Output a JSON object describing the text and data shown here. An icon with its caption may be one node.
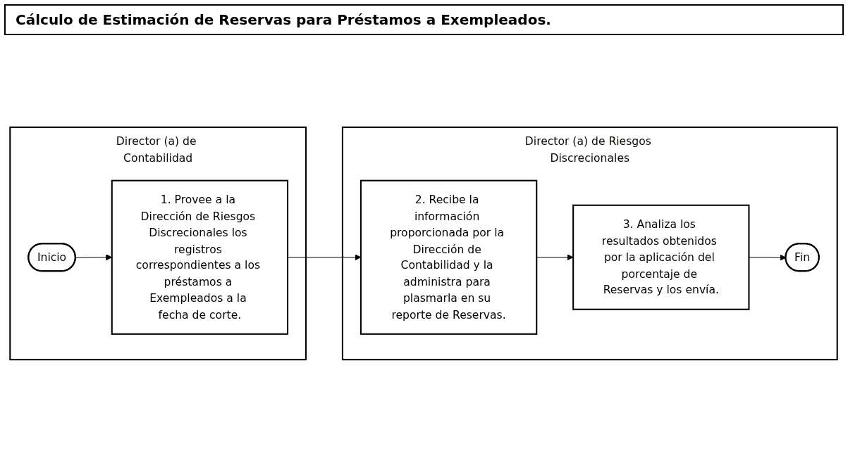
{
  "diagram": {
    "title": "Cálculo de Estimación de Reservas para Préstamos a Exempleados.",
    "nodes": [
      {
        "text": [
          "Director (a) de Contabilidad"
        ]
      },
      {
        "text": [
          "Inicio"
        ],
        "in": 0
      },
      {
        "text": [
          "1. Provee a la Dirección de Riesgos Discrecionales los registros correspondientes a los préstamos a Exempleados a la fecha de corte."
        ],
        "in": 0
      },
      {
        "text": [
          "Director (a) de Riesgos Discrecionales"
        ]
      },
      {
        "text": [
          "2. Recibe la información proporcionada por la Dirección de Contabilidad y la administra para plasmarla en su reporte de Reservas."
        ],
        "in": 3
      },
      {
        "text": [
          "3. Analiza los resultados obtenidos por la aplicación del porcentaje de Reservas y los envía."
        ],
        "in": 3
      },
      {
        "text": [
          "Fin"
        ],
        "in": 3
      }
    ],
    "edges": [
      {
        "from": 1,
        "to": 2,
        "arrow": "to"
      },
      {
        "from": 2,
        "to": 4,
        "arrow": "to"
      },
      {
        "from": 4,
        "to": 5,
        "arrow": "to"
      },
      {
        "from": 5,
        "to": 6,
        "arrow": "to"
      }
    ]
  }
}
